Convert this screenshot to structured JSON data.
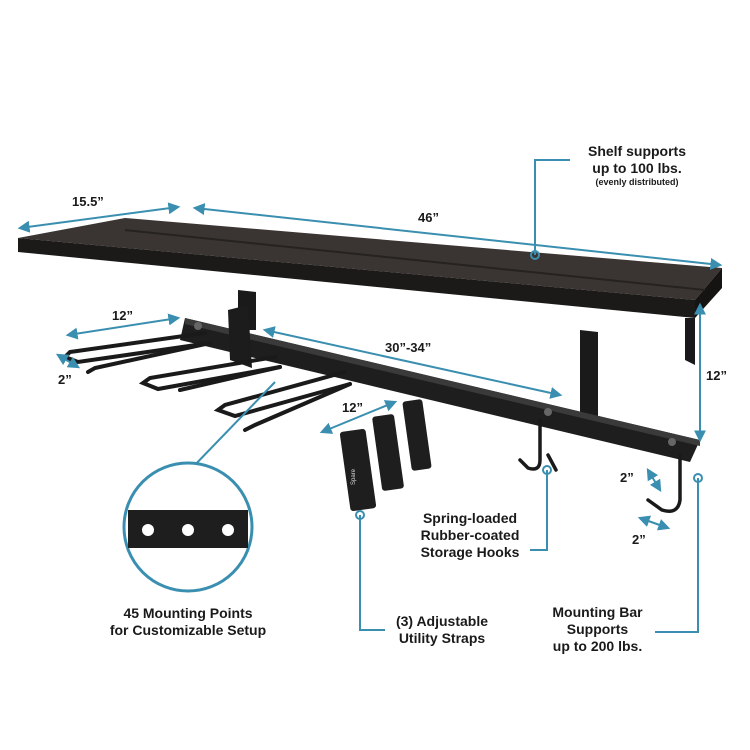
{
  "colors": {
    "accent": "#3a8fb0",
    "metal": "#1e1e1e",
    "shelf": "#2a2624"
  },
  "dimensions": {
    "depth": "15.5”",
    "width": "46”",
    "hook_length": "12”",
    "hook_spacing": "2”",
    "bar_span": "30”-34”",
    "strap_length": "12”",
    "height": "12”",
    "end_hook_a": "2”",
    "end_hook_b": "2”"
  },
  "callouts": {
    "shelf_line1": "Shelf supports",
    "shelf_line2": "up to 100 lbs.",
    "shelf_note": "(evenly distributed)",
    "mounting_points_line1": "45 Mounting Points",
    "mounting_points_line2": "for Customizable Setup",
    "straps_line1": "(3) Adjustable",
    "straps_line2": "Utility Straps",
    "hooks_line1": "Spring-loaded",
    "hooks_line2": "Rubber-coated",
    "hooks_line3": "Storage Hooks",
    "bar_line1": "Mounting Bar",
    "bar_line2": "Supports",
    "bar_line3": "up to 200 lbs."
  }
}
